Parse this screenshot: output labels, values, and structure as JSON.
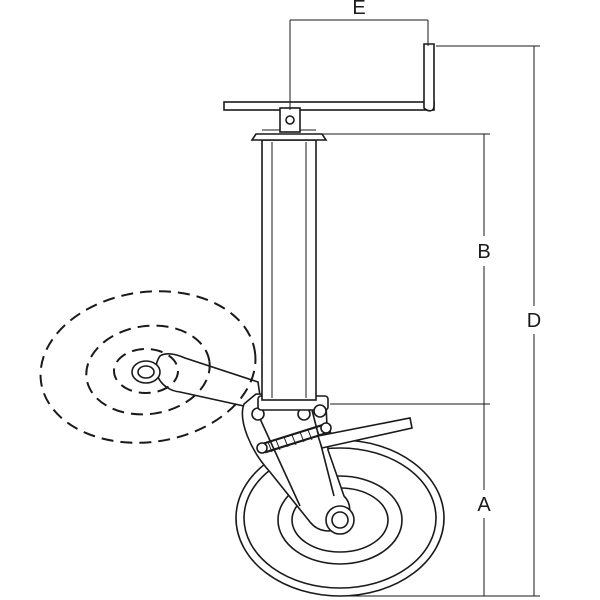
{
  "diagram": {
    "dimension_labels": {
      "a": "A",
      "b": "B",
      "d": "D",
      "e": "E"
    },
    "line_color": "#1a1a1a",
    "background_color": "#ffffff"
  }
}
